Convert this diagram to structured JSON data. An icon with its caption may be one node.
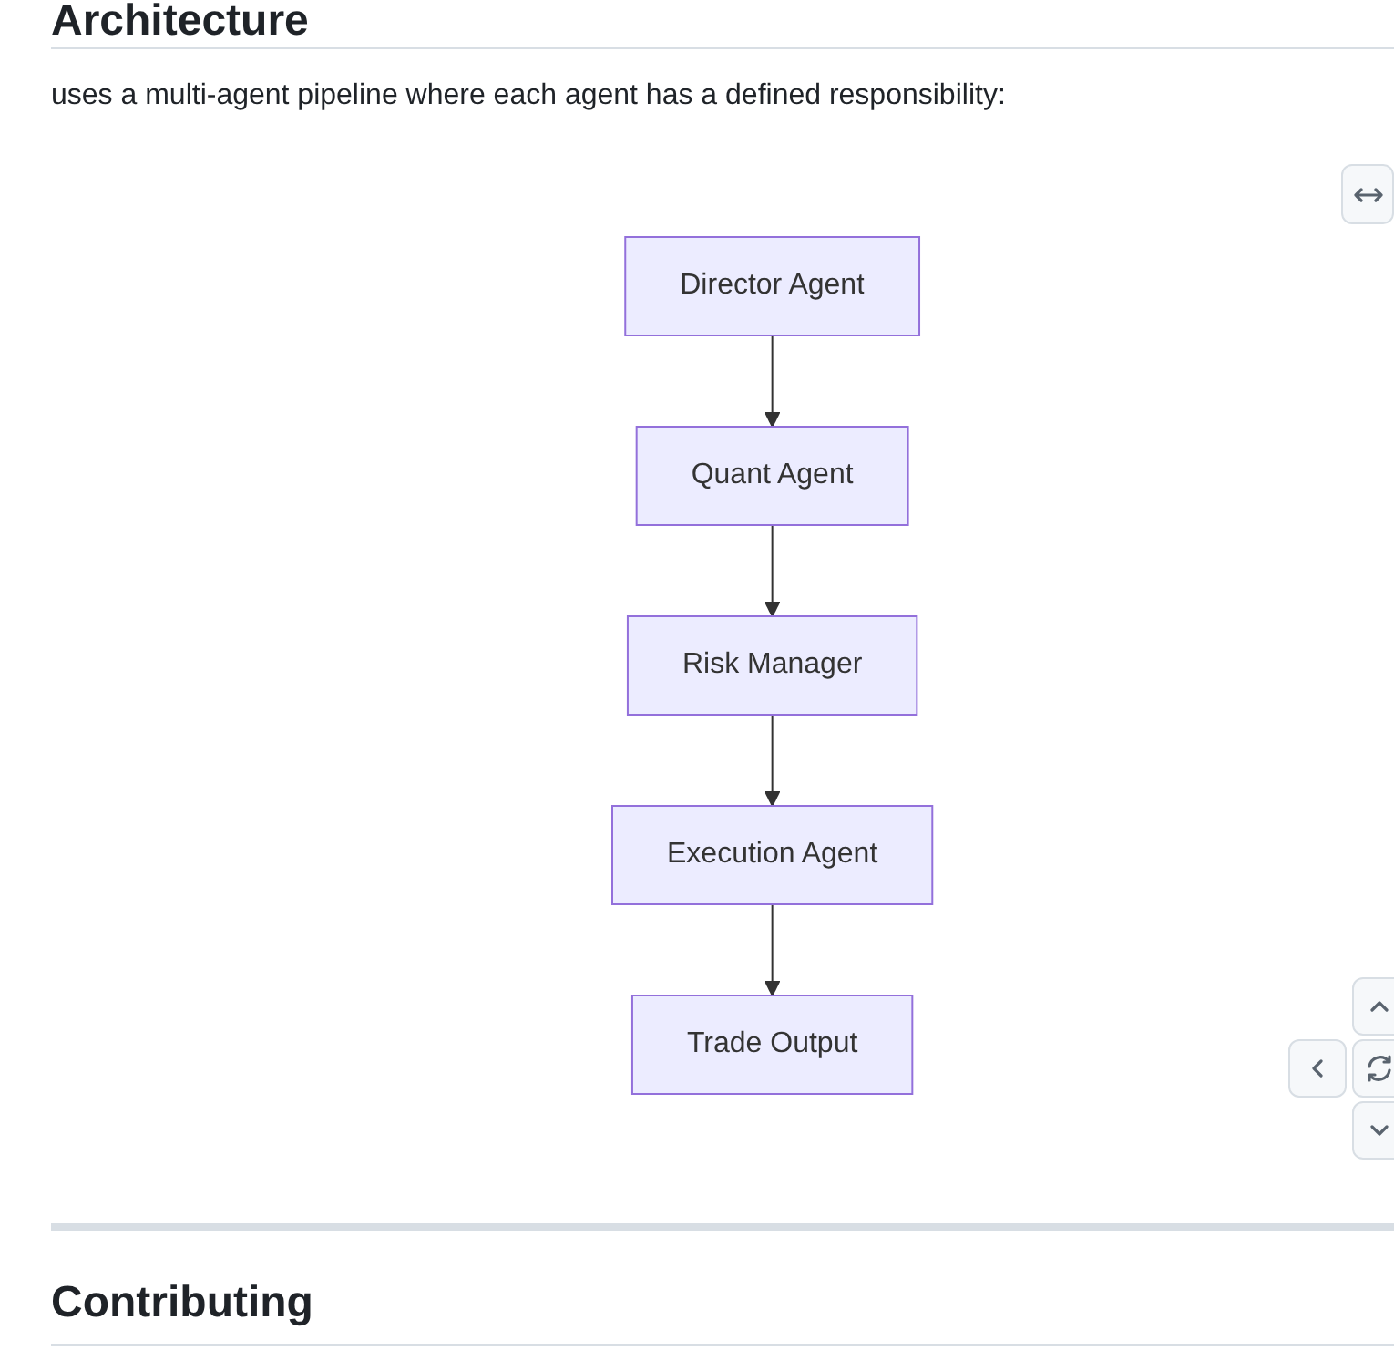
{
  "diagram": {
    "title": "Architecture",
    "nodes": [
      {
        "text": [
          "Director Agent"
        ]
      },
      {
        "text": [
          "Quant Agent"
        ]
      },
      {
        "text": [
          "Risk Manager"
        ]
      },
      {
        "text": [
          "Execution Agent"
        ]
      },
      {
        "text": [
          "Trade Output"
        ]
      }
    ],
    "edges": [
      {
        "from": 0,
        "to": 1,
        "arrow": "to"
      },
      {
        "from": 1,
        "to": 2,
        "arrow": "to"
      },
      {
        "from": 2,
        "to": 3,
        "arrow": "to"
      },
      {
        "from": 3,
        "to": 4,
        "arrow": "to"
      }
    ],
    "labels": [
      "uses a multi-agent pipeline where each agent has a defined responsibility:",
      "Contributing"
    ]
  }
}
